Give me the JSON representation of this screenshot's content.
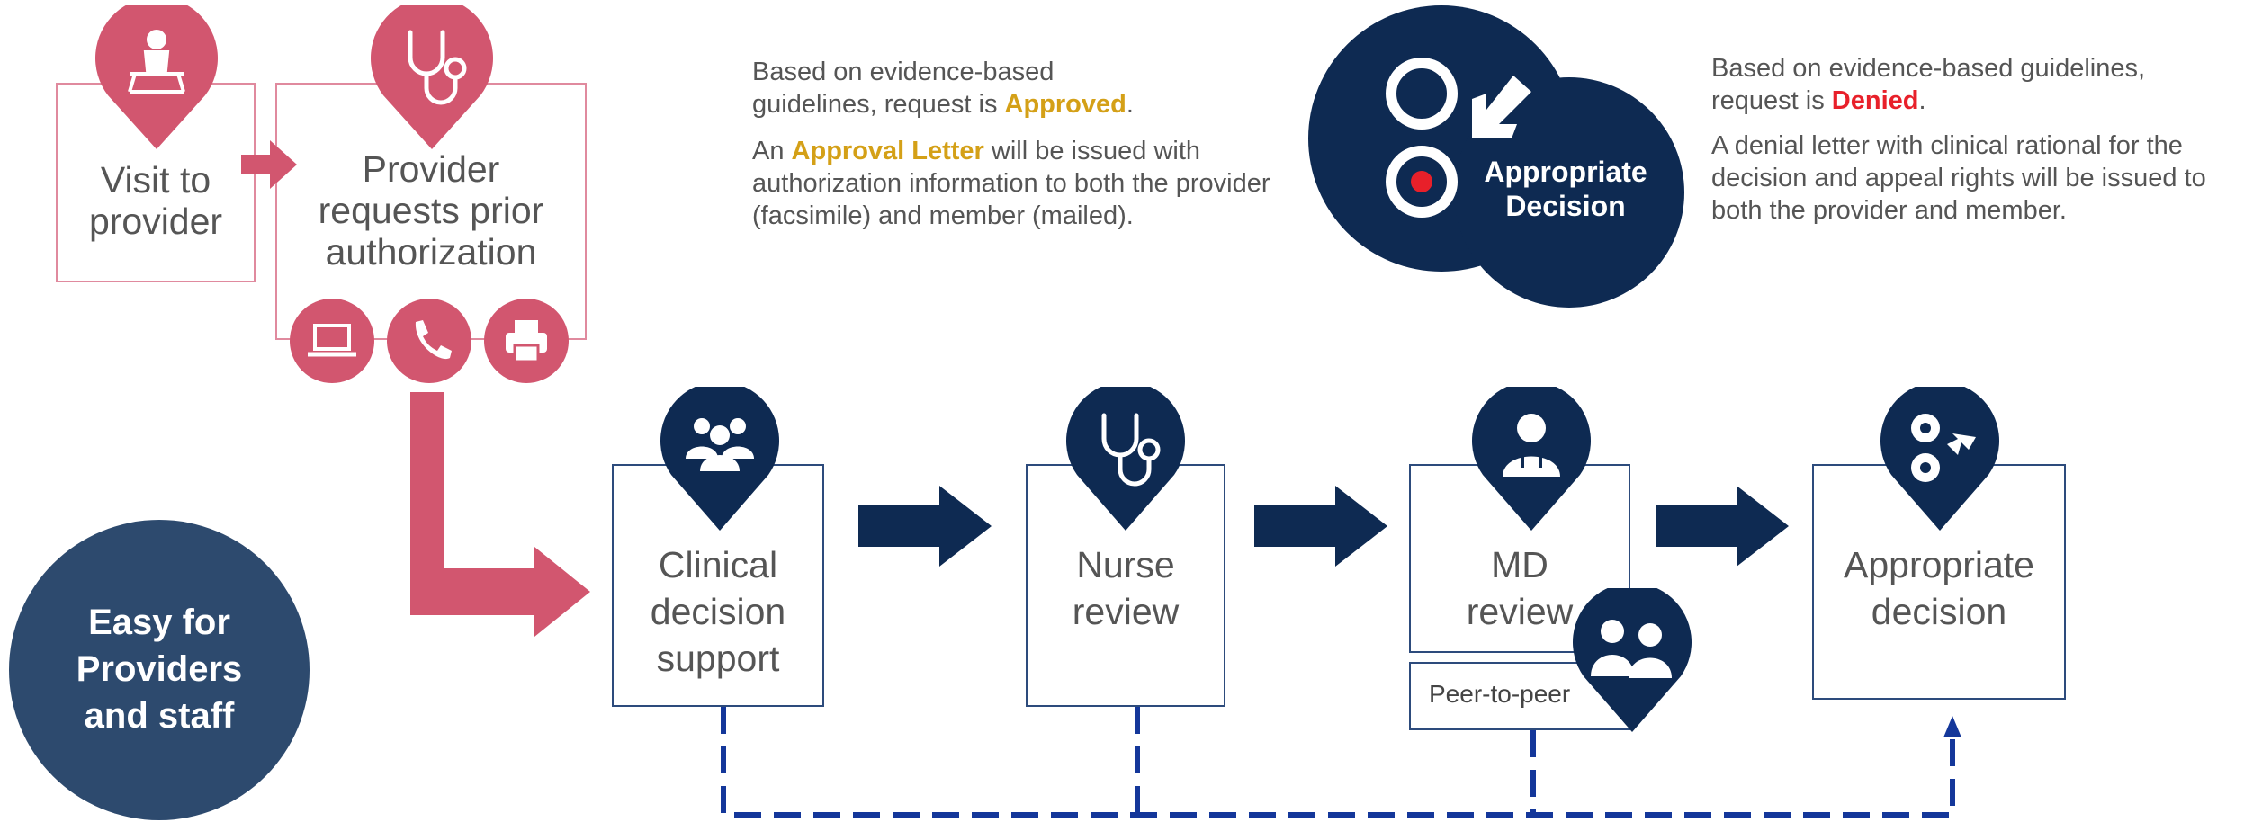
{
  "colors": {
    "pink": "#d2566f",
    "navy": "#0e2a52",
    "box_border_blue": "#2d4b7c",
    "approved": "#d4a017",
    "denied": "#e8202a",
    "easy_circle": "#2d4a6e"
  },
  "top_flow": {
    "visit": {
      "label": "Visit to provider",
      "icon": "patient-on-table-icon"
    },
    "provider": {
      "label": "Provider requests prior authorization",
      "icon": "stethoscope-icon",
      "channels": [
        "laptop-icon",
        "phone-icon",
        "fax-printer-icon"
      ]
    }
  },
  "approved_note": {
    "line1_pre": "Based on evidence-based",
    "line2_pre": "guidelines, request is ",
    "line2_status": "Approved",
    "line2_post": ".",
    "para2_pre": "An ",
    "para2_highlight": "Approval Letter",
    "para2_post": " will be issued with authorization information to both the provider (facsimile) and member (mailed)."
  },
  "decision_badge": {
    "label_line1": "Appropriate",
    "label_line2": "Decision"
  },
  "denied_note": {
    "line1": "Based on evidence-based guidelines,",
    "line2_pre": "request is ",
    "line2_status": "Denied",
    "line2_post": ".",
    "para2": "A denial letter with clinical rational for the decision and appeal rights will be issued to both the provider and member."
  },
  "easy_circle": {
    "line1": "Easy for",
    "line2": "Providers",
    "line3": "and staff"
  },
  "steps": [
    {
      "label_lines": [
        "Clinical",
        "decision",
        "support"
      ],
      "icon": "group-people-icon"
    },
    {
      "label_lines": [
        "Nurse",
        "review"
      ],
      "icon": "stethoscope-icon"
    },
    {
      "label_lines": [
        "MD",
        "review"
      ],
      "icon": "doctor-icon"
    },
    {
      "label_lines": [
        "Appropriate",
        "decision"
      ],
      "icon": "decision-circles-icon"
    }
  ],
  "peer": {
    "label": "Peer-to-peer",
    "icon": "two-doctors-icon"
  }
}
